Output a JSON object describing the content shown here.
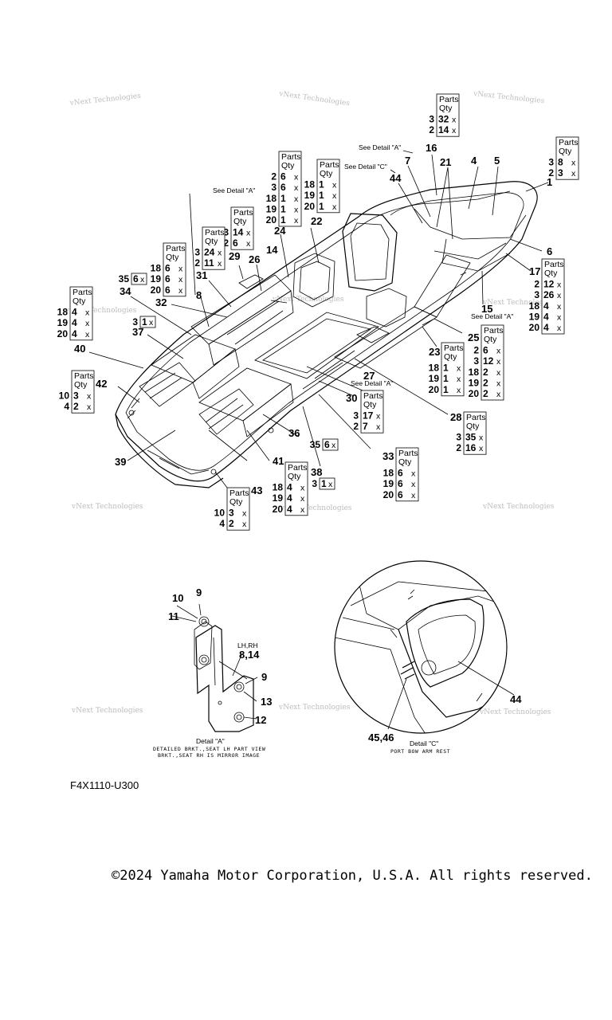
{
  "watermark": "vNext Technologies",
  "callouts": [
    "1",
    "2",
    "3",
    "4",
    "5",
    "6",
    "7",
    "8",
    "9",
    "10",
    "11",
    "12",
    "13",
    "14",
    "15",
    "16",
    "17",
    "18",
    "19",
    "20",
    "21",
    "22",
    "23",
    "24",
    "25",
    "26",
    "27",
    "28",
    "29",
    "30",
    "31",
    "32",
    "33",
    "34",
    "35",
    "36",
    "37",
    "38",
    "39",
    "40",
    "41",
    "42",
    "43",
    "44",
    "45,46",
    "8,14",
    "LH,RH"
  ],
  "see_detail_a": "See Detail \"A\"",
  "see_detail_c": "See Detail \"C\"",
  "parts_qty_header": [
    "Parts",
    "Qty"
  ],
  "parts_boxes": [
    {
      "rows": [
        [
          "3",
          "32"
        ],
        [
          "2",
          "14"
        ]
      ]
    },
    {
      "rows": [
        [
          "3",
          "8"
        ],
        [
          "2",
          "3"
        ]
      ]
    },
    {
      "rows": [
        [
          "2",
          "6"
        ],
        [
          "3",
          "6"
        ],
        [
          "18",
          "1"
        ],
        [
          "19",
          "1"
        ],
        [
          "20",
          "1"
        ]
      ]
    },
    {
      "rows": [
        [
          "18",
          "1"
        ],
        [
          "19",
          "1"
        ],
        [
          "20",
          "1"
        ]
      ]
    },
    {
      "rows": [
        [
          "3",
          "14"
        ],
        [
          "2",
          "6"
        ]
      ]
    },
    {
      "rows": [
        [
          "3",
          "24"
        ],
        [
          "2",
          "11"
        ]
      ]
    },
    {
      "rows": [
        [
          "18",
          "6"
        ],
        [
          "19",
          "6"
        ],
        [
          "20",
          "6"
        ]
      ]
    },
    {
      "rows": [
        [
          "18",
          "4"
        ],
        [
          "19",
          "4"
        ],
        [
          "20",
          "4"
        ]
      ]
    },
    {
      "rows": [
        [
          "2",
          "12"
        ],
        [
          "3",
          "26"
        ],
        [
          "18",
          "4"
        ],
        [
          "19",
          "4"
        ],
        [
          "20",
          "4"
        ]
      ]
    },
    {
      "rows": [
        [
          "2",
          "6"
        ],
        [
          "3",
          "12"
        ],
        [
          "18",
          "2"
        ],
        [
          "19",
          "2"
        ],
        [
          "20",
          "2"
        ]
      ]
    },
    {
      "rows": [
        [
          "18",
          "1"
        ],
        [
          "19",
          "1"
        ],
        [
          "20",
          "1"
        ]
      ]
    },
    {
      "rows": [
        [
          "3",
          "17"
        ],
        [
          "2",
          "7"
        ]
      ]
    },
    {
      "rows": [
        [
          "3",
          "35"
        ],
        [
          "2",
          "16"
        ]
      ]
    },
    {
      "rows": [
        [
          "18",
          "6"
        ],
        [
          "19",
          "6"
        ],
        [
          "20",
          "6"
        ]
      ]
    },
    {
      "rows": [
        [
          "18",
          "4"
        ],
        [
          "19",
          "4"
        ],
        [
          "20",
          "4"
        ]
      ]
    },
    {
      "rows": [
        [
          "10",
          "3"
        ],
        [
          "4",
          "2"
        ]
      ]
    },
    {
      "rows": [
        [
          "10",
          "3"
        ],
        [
          "4",
          "2"
        ]
      ]
    }
  ],
  "inline_qty": [
    {
      "part": "35",
      "qty": "6"
    },
    {
      "part": "3",
      "qty": "1"
    },
    {
      "part": "35",
      "qty": "6"
    },
    {
      "part": "3",
      "qty": "1"
    }
  ],
  "times": "x",
  "detail_a": {
    "title": "Detail \"A\"",
    "caption1": "DETAILED BRKT.,SEAT LH PART VIEW",
    "caption2": "BRKT.,SEAT RH IS MIRROR IMAGE"
  },
  "detail_c": {
    "title": "Detail \"C\"",
    "caption": "PORT BOW ARM REST"
  },
  "drawing_code": "F4X1110-U300",
  "copyright": "©2024 Yamaha Motor Corporation, U.S.A. All rights reserved."
}
